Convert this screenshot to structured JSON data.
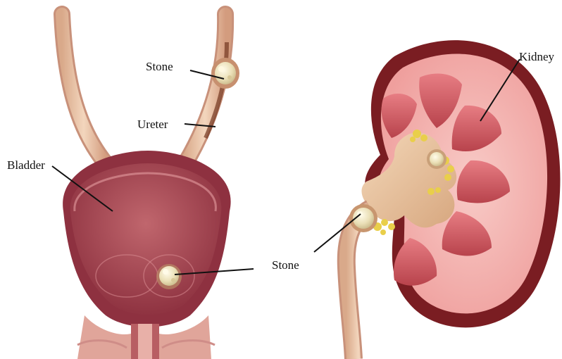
{
  "labels": {
    "stone_ureter": "Stone",
    "ureter": "Ureter",
    "bladder": "Bladder",
    "stone_kidney": "Stone",
    "kidney": "Kidney"
  },
  "colors": {
    "bladder_wall": "#9b3a45",
    "bladder_inner": "#b45a62",
    "kidney_capsule": "#7a1d22",
    "kidney_cortex": "#f2b7b5",
    "pyramid": "#d25a62",
    "pelvis": "#e7c19a",
    "ureter": "#e8c3a2",
    "stone": "#efe6c4",
    "fat": "#e9cf4a",
    "leader": "#111111"
  }
}
